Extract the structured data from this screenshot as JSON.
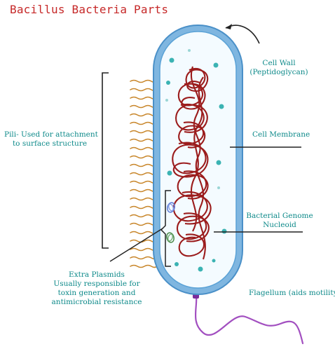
{
  "title": "Bacillus Bacteria Parts",
  "labels": {
    "cell_wall": [
      "Cell Wall",
      "(Peptidoglycan)"
    ],
    "cell_membrane": "Cell Membrane",
    "pili": [
      "Pili- Used for attachment",
      "to surface structure"
    ],
    "genome": [
      "Bacterial Genome",
      "Nucleoid"
    ],
    "plasmids": [
      "Extra Plasmids",
      "Usually responsible for",
      "toxin generation and",
      "antimicrobial resistance"
    ],
    "flagellum": "Flagellum (aids motility)"
  },
  "colors": {
    "title": "#c62828",
    "label": "#0e8a8a",
    "cell_wall": "#7fb6e0",
    "cell_wall_outline": "#4a90c8",
    "cytoplasm": "#f4fbff",
    "dna": "#9b1c1c",
    "pili": "#c8862a",
    "ribosome": "#3bb3b3",
    "flagellum": "#a24fc0"
  }
}
